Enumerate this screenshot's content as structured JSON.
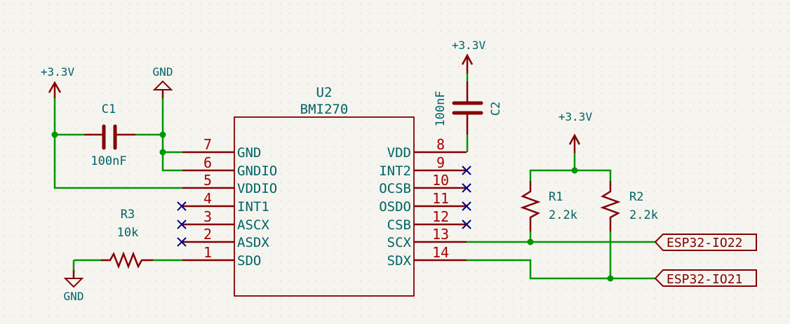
{
  "schematic": {
    "colors": {
      "background": "#f5f4ef",
      "wire": "#009600",
      "component": "#840000",
      "text": "#006464",
      "pin_number": "#a90000",
      "no_connect": "#000084"
    },
    "u2": {
      "ref": "U2",
      "value": "BMI270",
      "left_pins": [
        {
          "num": "7",
          "name": "GND"
        },
        {
          "num": "6",
          "name": "GNDIO"
        },
        {
          "num": "5",
          "name": "VDDIO"
        },
        {
          "num": "4",
          "name": "INT1"
        },
        {
          "num": "3",
          "name": "ASCX"
        },
        {
          "num": "2",
          "name": "ASDX"
        },
        {
          "num": "1",
          "name": "SDO"
        }
      ],
      "right_pins": [
        {
          "num": "8",
          "name": "VDD"
        },
        {
          "num": "9",
          "name": "INT2"
        },
        {
          "num": "10",
          "name": "OCSB"
        },
        {
          "num": "11",
          "name": "OSDO"
        },
        {
          "num": "12",
          "name": "CSB"
        },
        {
          "num": "13",
          "name": "SCX"
        },
        {
          "num": "14",
          "name": "SDX"
        }
      ]
    },
    "c1": {
      "ref": "C1",
      "value": "100nF"
    },
    "c2": {
      "ref": "C2",
      "value": "100nF"
    },
    "r1": {
      "ref": "R1",
      "value": "2.2k"
    },
    "r2": {
      "ref": "R2",
      "value": "2.2k"
    },
    "r3": {
      "ref": "R3",
      "value": "10k"
    },
    "power": {
      "vcc_left": "+3.3V",
      "gnd_top": "GND",
      "vcc_c2": "+3.3V",
      "vcc_pullup": "+3.3V",
      "gnd_r3": "GND"
    },
    "labels": {
      "scl": "ESP32-IO22",
      "sda": "ESP32-IO21"
    }
  }
}
